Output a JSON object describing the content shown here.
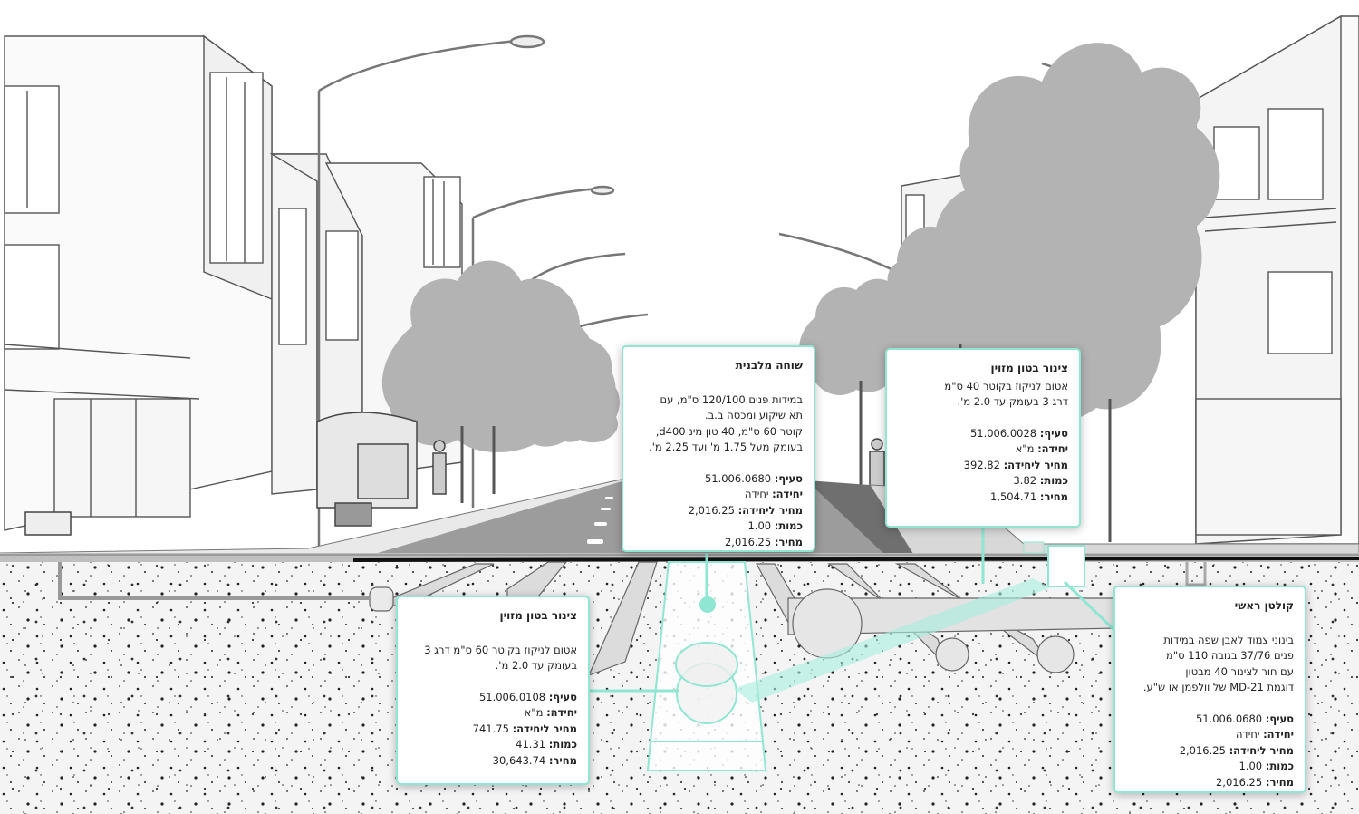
{
  "colors": {
    "accent": "#8fe6d2",
    "ground": "#f3f3f3",
    "tree": "#b3b3b3",
    "road": "#9c9c9c"
  },
  "callouts": [
    {
      "id": "brick-manhole",
      "title": "שוחה מלבנית",
      "desc": [
        "במידות פנים 120/100 ס\"מ, עם",
        "תא שיקוע ומכסה ב.ב.",
        "קוטר 60 ס\"מ, 40 טון מינ d400,",
        "בעומק מעל 1.75 מ' ועד 2.25 מ'."
      ],
      "fields": [
        {
          "label": "סעיף:",
          "value": "51.006.0680"
        },
        {
          "label": "יחידה:",
          "value": "יחידה"
        },
        {
          "label": "מחיר ליחידה:",
          "value": "2,016.25"
        },
        {
          "label": "כמות:",
          "value": "1.00"
        },
        {
          "label": "מחיר:",
          "value": "2,016.25"
        }
      ]
    },
    {
      "id": "pipe-40",
      "title": "צינור בטון מזוין",
      "desc": [
        "אטום לניקוז בקוטר 40 ס\"מ",
        "דרג 3 בעומק עד 2.0 מ'."
      ],
      "fields": [
        {
          "label": "סעיף:",
          "value": "51.006.0028"
        },
        {
          "label": "יחידה:",
          "value": "מ\"א"
        },
        {
          "label": "מחיר ליחידה:",
          "value": "392.82"
        },
        {
          "label": "כמות:",
          "value": "3.82"
        },
        {
          "label": "מחיר:",
          "value": "1,504.71"
        }
      ]
    },
    {
      "id": "pipe-60",
      "title": "צינור בטון מזוין",
      "desc": [
        "אטום לניקוז בקוטר 60 ס\"מ דרג 3",
        "בעומק עד 2.0 מ'."
      ],
      "fields": [
        {
          "label": "סעיף:",
          "value": "51.006.0108"
        },
        {
          "label": "יחידה:",
          "value": "מ\"א"
        },
        {
          "label": "מחיר ליחידה:",
          "value": "741.75"
        },
        {
          "label": "כמות:",
          "value": "41.31"
        },
        {
          "label": "מחיר:",
          "value": "30,643.74"
        }
      ]
    },
    {
      "id": "main-inlet",
      "title": "קולטן ראשי",
      "desc": [
        "בינוני צמוד לאבן שפה במידות",
        "פנים 37/76 בגובה 110 ס\"מ",
        "עם חור לצינור 40 מבטון",
        "דוגמת MD-21 של וולפמן או ש\"ע."
      ],
      "fields": [
        {
          "label": "סעיף:",
          "value": "51.006.0680"
        },
        {
          "label": "יחידה:",
          "value": "יחידה"
        },
        {
          "label": "מחיר ליחידה:",
          "value": "2,016.25"
        },
        {
          "label": "כמות:",
          "value": "1.00"
        },
        {
          "label": "מחיר:",
          "value": "2,016.25"
        }
      ]
    }
  ]
}
